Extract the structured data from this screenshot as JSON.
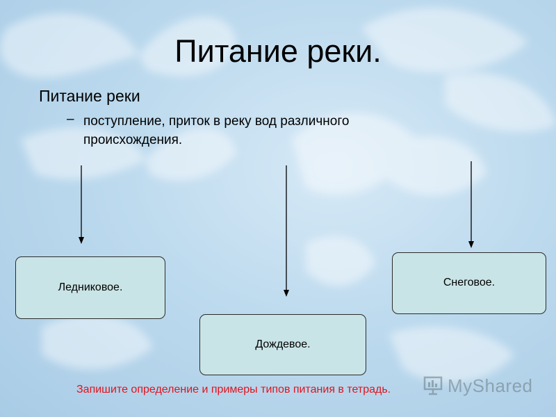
{
  "slide": {
    "title": "Питание реки.",
    "subtitle": "Питание реки",
    "dash": "–",
    "definition": "поступление, приток в реку вод различного происхождения."
  },
  "boxes": [
    {
      "label": "Ледниковое."
    },
    {
      "label": "Дождевое."
    },
    {
      "label": "Снеговое."
    }
  ],
  "footer": {
    "instruction": "Запишите определение и примеры типов питания в тетрадь."
  },
  "watermark": {
    "text": "MyShared"
  },
  "colors": {
    "box_fill": "#c9e4e6",
    "instruction_text": "#e0141e",
    "background": "#bcd9ec"
  }
}
